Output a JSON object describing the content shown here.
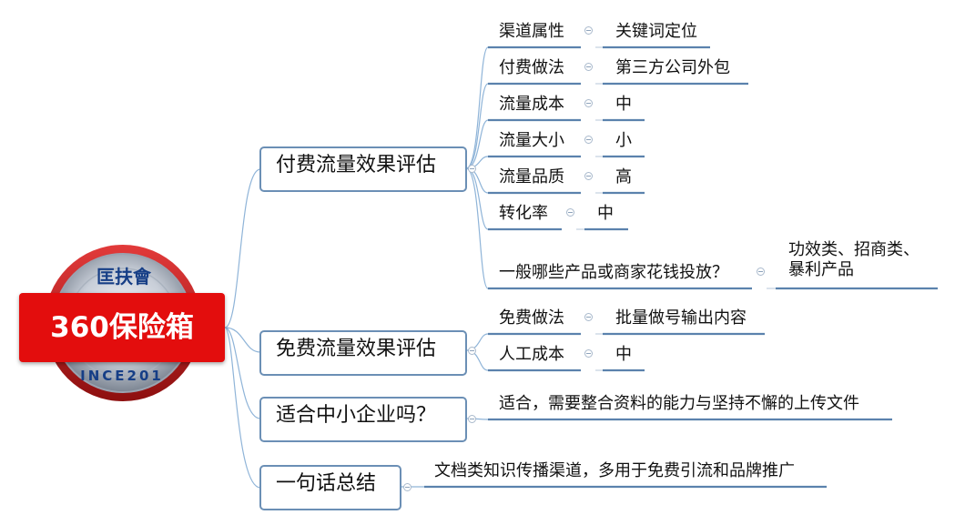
{
  "root": {
    "label": "360保险箱"
  },
  "logo": {
    "top_text": "匡扶會",
    "bottom_text": "INCE201"
  },
  "colors": {
    "root_bg": "#e30d0d",
    "node_border": "#6b8fb5",
    "edge": "#8fb4d8",
    "leaf_line": "#5b82ad"
  },
  "icons": {
    "collapse": "collapse-minus-icon"
  },
  "branches": [
    {
      "label": "付费流量效果评估",
      "items": [
        {
          "label": "渠道属性",
          "value": "关键词定位"
        },
        {
          "label": "付费做法",
          "value": "第三方公司外包"
        },
        {
          "label": "流量成本",
          "value": "中"
        },
        {
          "label": "流量大小",
          "value": "小"
        },
        {
          "label": "流量品质",
          "value": "高"
        },
        {
          "label": "转化率",
          "value": "中"
        },
        {
          "label": "一般哪些产品或商家花钱投放？",
          "value": "功效类、招商类、暴利产品"
        }
      ]
    },
    {
      "label": "免费流量效果评估",
      "items": [
        {
          "label": "免费做法",
          "value": "批量做号输出内容"
        },
        {
          "label": "人工成本",
          "value": "中"
        }
      ]
    },
    {
      "label": "适合中小企业吗？",
      "items": [
        {
          "label": "适合，需要整合资料的能力与坚持不懈的上传文件"
        }
      ]
    },
    {
      "label": "一句话总结",
      "items": [
        {
          "label": "文档类知识传播渠道，多用于免费引流和品牌推广"
        }
      ]
    }
  ]
}
